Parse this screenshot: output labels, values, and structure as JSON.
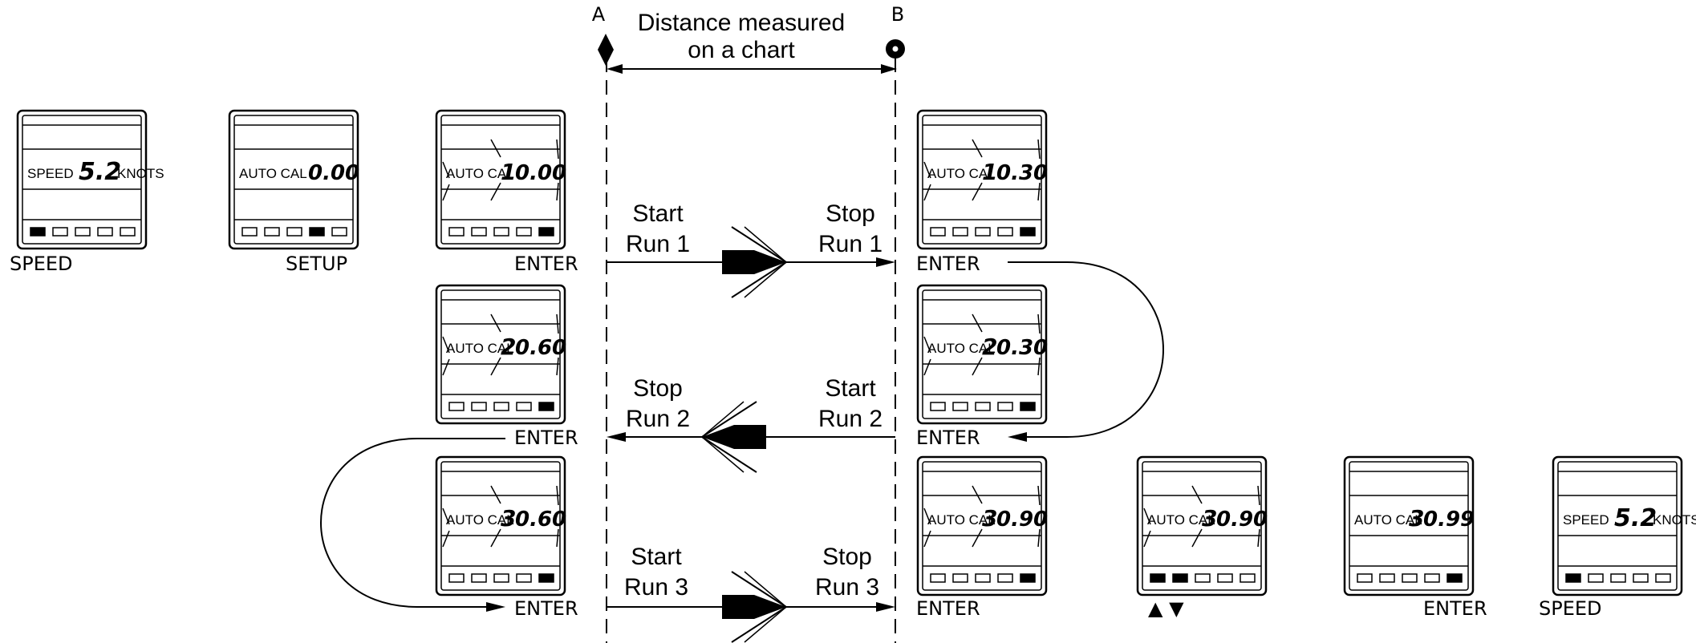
{
  "labels": {
    "point_a": "A",
    "point_b": "B",
    "distance_line1": "Distance measured",
    "distance_line2": "on a chart",
    "start": "Start",
    "stop": "Stop",
    "run1": "Run 1",
    "run2": "Run 2",
    "run3": "Run 3",
    "speed": "SPEED",
    "setup": "SETUP",
    "enter": "ENTER",
    "arrows": "▲ ▼"
  },
  "lcd_text": {
    "speed": "SPEED",
    "knots": "KNOTS",
    "auto_cal": "AUTO CAL"
  },
  "displays": [
    {
      "id": "d1",
      "mode": "speed",
      "value": "5.2",
      "active_buttons": [
        0
      ]
    },
    {
      "id": "d2",
      "mode": "cal",
      "run": "",
      "value": "0.00",
      "active_buttons": [
        3
      ]
    },
    {
      "id": "d3",
      "mode": "cal",
      "run": "1",
      "value": "0.00",
      "active_buttons": [
        4
      ],
      "flash": true
    },
    {
      "id": "d4",
      "mode": "cal",
      "run": "1",
      "value": "0.30",
      "active_buttons": [
        4
      ],
      "flash": true
    },
    {
      "id": "d5",
      "mode": "cal",
      "run": "2",
      "value": "0.60",
      "active_buttons": [
        4
      ],
      "flash": true
    },
    {
      "id": "d6",
      "mode": "cal",
      "run": "2",
      "value": "0.30",
      "active_buttons": [
        4
      ],
      "flash": true
    },
    {
      "id": "d7",
      "mode": "cal",
      "run": "3",
      "value": "0.60",
      "active_buttons": [
        4
      ],
      "flash": true
    },
    {
      "id": "d8",
      "mode": "cal",
      "run": "3",
      "value": "0.90",
      "active_buttons": [
        4
      ],
      "flash": true
    },
    {
      "id": "d9",
      "mode": "cal",
      "run": "3",
      "value": "0.90",
      "active_buttons": [
        0,
        1
      ],
      "flash": true
    },
    {
      "id": "d10",
      "mode": "cal",
      "run": "3",
      "value": "0.99",
      "active_buttons": [
        4
      ]
    },
    {
      "id": "d11",
      "mode": "speed",
      "value": "5.2",
      "active_buttons": [
        0
      ]
    }
  ]
}
